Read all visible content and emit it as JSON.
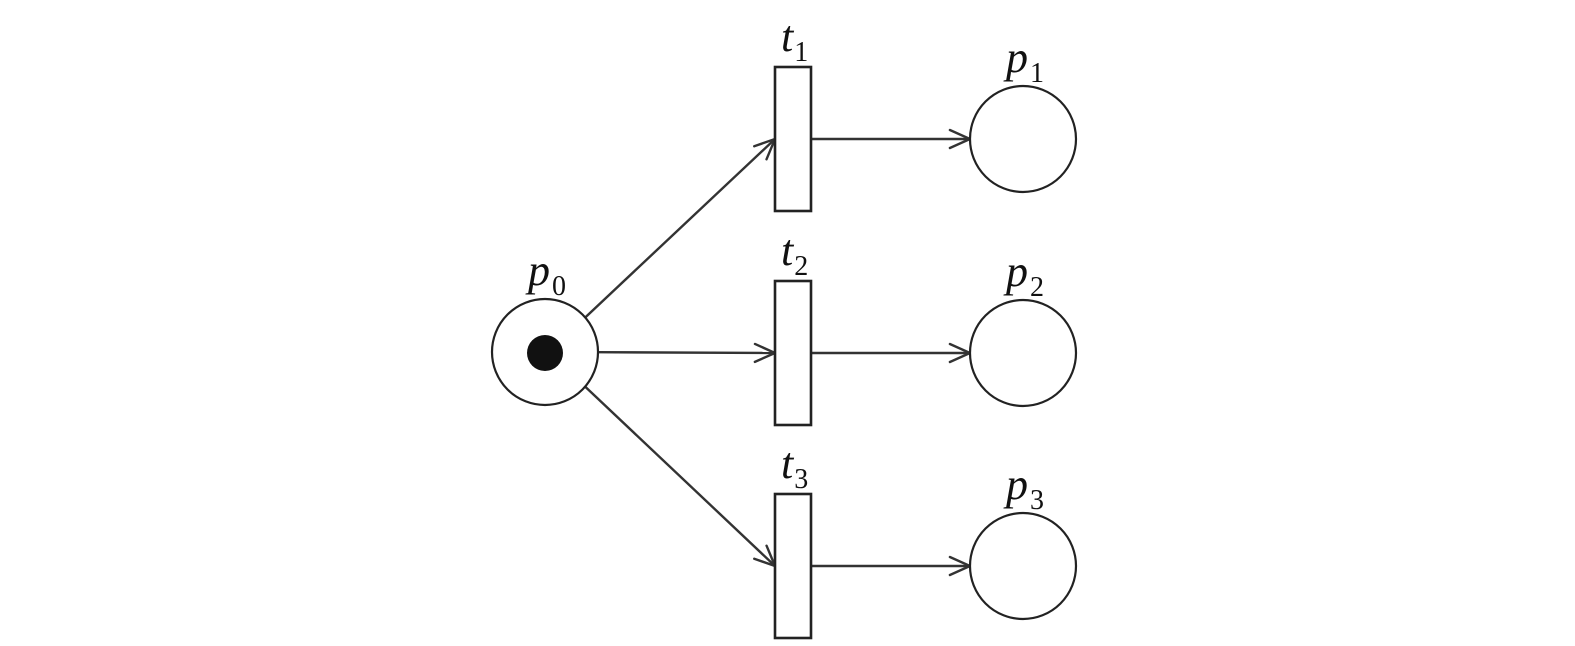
{
  "places": [
    {
      "id": "p0",
      "label": "p",
      "sub": "0",
      "tokens": 1
    },
    {
      "id": "p1",
      "label": "p",
      "sub": "1",
      "tokens": 0
    },
    {
      "id": "p2",
      "label": "p",
      "sub": "2",
      "tokens": 0
    },
    {
      "id": "p3",
      "label": "p",
      "sub": "3",
      "tokens": 0
    }
  ],
  "transitions": [
    {
      "id": "t1",
      "label": "t",
      "sub": "1"
    },
    {
      "id": "t2",
      "label": "t",
      "sub": "2"
    },
    {
      "id": "t3",
      "label": "t",
      "sub": "3"
    }
  ],
  "arcs": [
    {
      "from": "p0",
      "to": "t1"
    },
    {
      "from": "p0",
      "to": "t2"
    },
    {
      "from": "p0",
      "to": "t3"
    },
    {
      "from": "t1",
      "to": "p1"
    },
    {
      "from": "t2",
      "to": "p2"
    },
    {
      "from": "t3",
      "to": "p3"
    }
  ]
}
